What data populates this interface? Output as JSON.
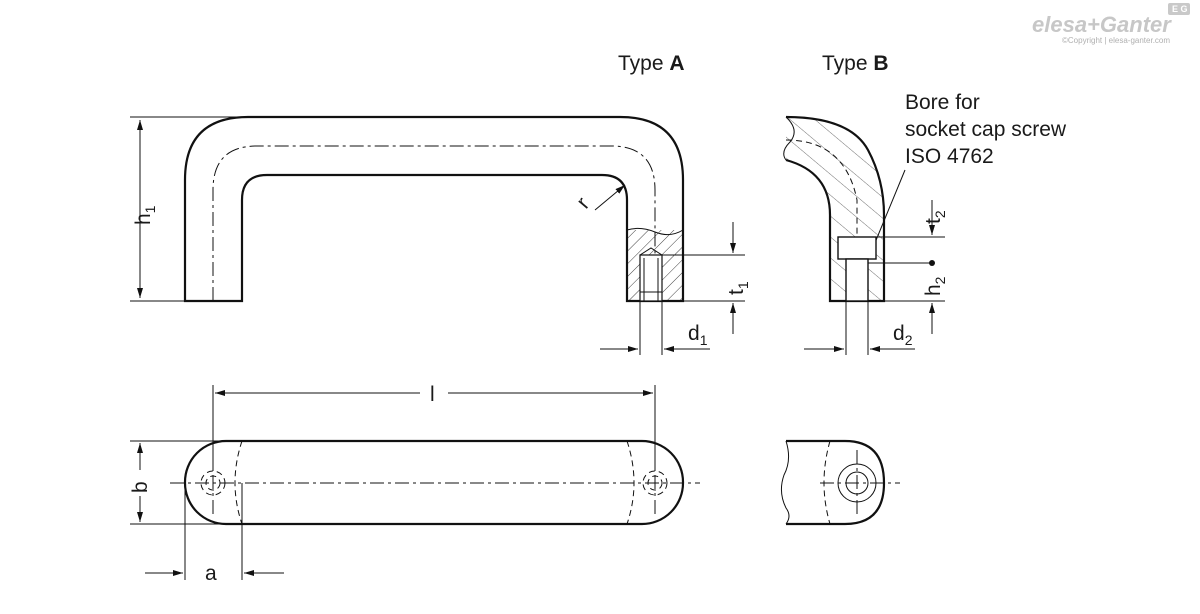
{
  "brand": {
    "logo_text": "elesa+Ganter",
    "badge": "E G",
    "copyright": "©Copyright | elesa-ganter.com"
  },
  "type_a": {
    "word": "Type",
    "letter": "A"
  },
  "type_b": {
    "word": "Type",
    "letter": "B"
  },
  "bore_note": [
    "Bore for",
    "socket cap screw",
    "ISO 4762"
  ],
  "dimensions": {
    "h1": {
      "main": "h",
      "sub": "1"
    },
    "r": {
      "main": "r"
    },
    "t1": {
      "main": "t",
      "sub": "1"
    },
    "d1": {
      "main": "d",
      "sub": "1"
    },
    "t2": {
      "main": "t",
      "sub": "2"
    },
    "h2": {
      "main": "h",
      "sub": "2"
    },
    "d2": {
      "main": "d",
      "sub": "2"
    },
    "l": {
      "main": "l"
    },
    "b": {
      "main": "b"
    },
    "a": {
      "main": "a"
    }
  }
}
